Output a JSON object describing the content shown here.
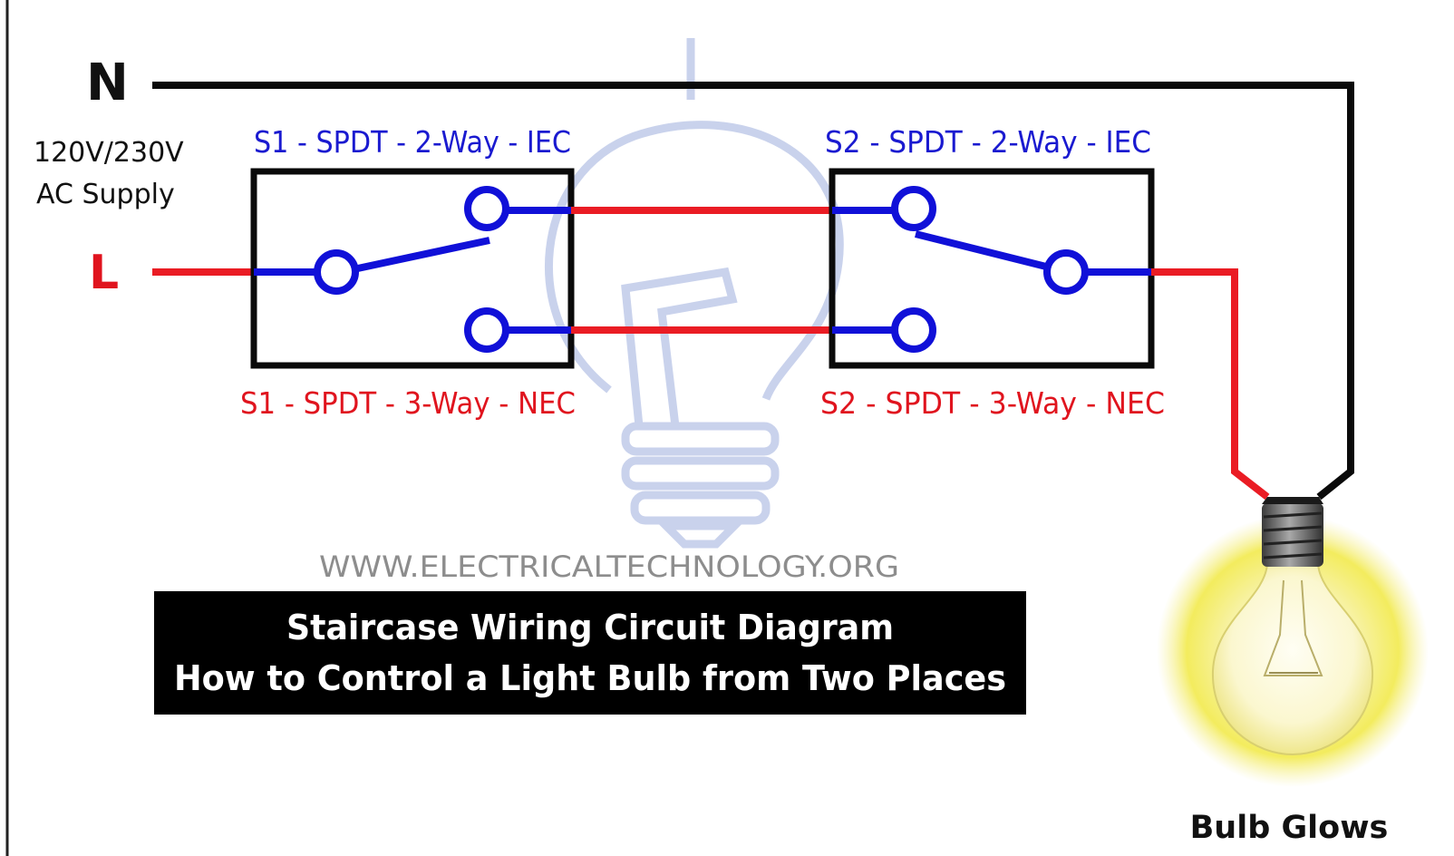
{
  "neutral_label": "N",
  "supply": {
    "line1": "120V/230V",
    "line2": "AC Supply",
    "live_label": "L"
  },
  "switch1": {
    "iec_label": "S1 - SPDT - 2-Way - IEC",
    "nec_label": "S1 - SPDT - 3-Way - NEC"
  },
  "switch2": {
    "iec_label": "S2 - SPDT - 2-Way - IEC",
    "nec_label": "S2 - SPDT - 3-Way - NEC"
  },
  "watermark": "WWW.ELECTRICALTECHNOLOGY.ORG",
  "banner": {
    "line1": "Staircase Wiring Circuit Diagram",
    "line2": "How to Control a Light Bulb from Two Places"
  },
  "bulb": {
    "caption": "Bulb Glows"
  },
  "colors": {
    "live_wire": "#ea1c24",
    "neutral_wire": "#0a0a0a",
    "switch_contacts": "#1010d8",
    "iec_label": "#1a1ad0",
    "nec_label": "#e0141e",
    "banner_background": "#000000",
    "bulb_glow": "#f3ee5a"
  }
}
